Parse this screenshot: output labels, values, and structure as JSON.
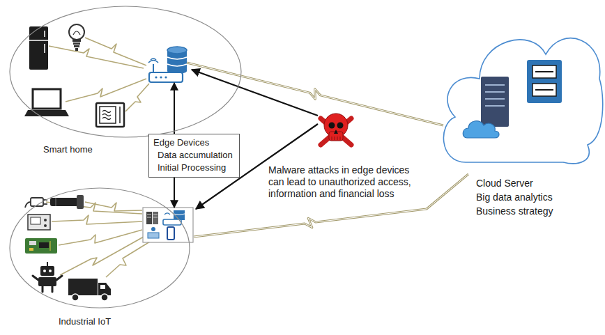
{
  "diagram": {
    "nodes": [
      {
        "text": [
          "Smart home"
        ]
      },
      {
        "text": [
          "Industrial IoT"
        ]
      },
      {
        "text": [
          "Edge Devices",
          "Data accumulation",
          "Initial Processing"
        ]
      },
      {
        "text": [
          "Cloud Server",
          "Big data analytics",
          "Business strategy"
        ]
      }
    ],
    "edges": [
      {
        "from": 2,
        "to": 0,
        "arrow": "to"
      },
      {
        "from": 2,
        "to": 1,
        "arrow": "to"
      },
      {
        "from": 0,
        "to": 3,
        "arrow": "none"
      },
      {
        "from": 1,
        "to": 3,
        "arrow": "none"
      }
    ],
    "labels": [
      "Malware attacks in edge devices can lead to unauthorized access, information and financial loss"
    ]
  }
}
